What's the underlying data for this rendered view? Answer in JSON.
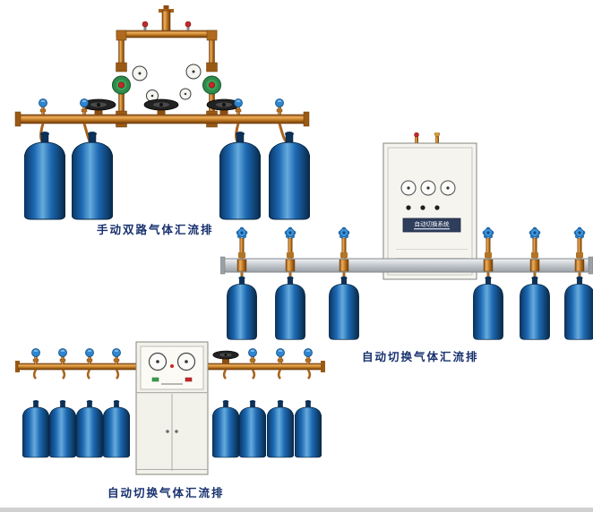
{
  "figures": [
    {
      "caption": "手动双路气体汇流排"
    },
    {
      "caption": "自动切换气体汇流排",
      "panel_label": "自动切换系统"
    },
    {
      "caption": "自动切换气体汇流排"
    }
  ],
  "colors": {
    "caption_text": "#17306e",
    "brass": "#c07a22",
    "cylinder_blue": "#1d69b2",
    "cabinet_body": "#f5f4ef",
    "rail_silver": "#c2c7cc",
    "valve_handle_blue": "#2f86cf",
    "regulator_green": "#2e8b4a",
    "knob_red": "#c62828"
  }
}
